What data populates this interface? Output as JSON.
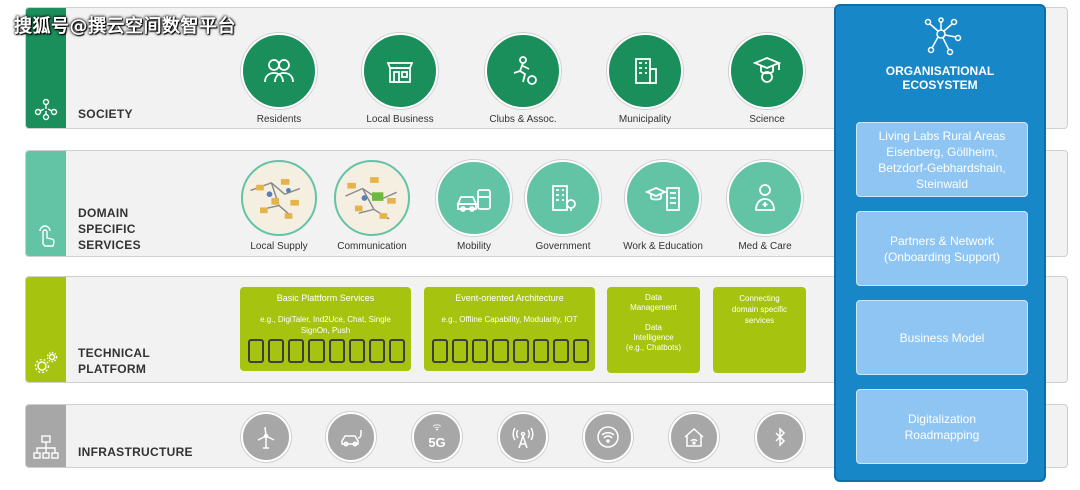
{
  "watermark": "搜狐号@撰云空间数智平台",
  "layers": {
    "society": {
      "title": "SOCIETY",
      "items": [
        {
          "label": "Residents",
          "icon": "residents-icon"
        },
        {
          "label": "Local Business",
          "icon": "local-business-icon"
        },
        {
          "label": "Clubs & Assoc.",
          "icon": "clubs-icon"
        },
        {
          "label": "Municipality",
          "icon": "municipality-icon"
        },
        {
          "label": "Science",
          "icon": "science-icon"
        }
      ]
    },
    "domain": {
      "title_lines": [
        "DOMAIN",
        "SPECIFIC",
        "SERVICES"
      ],
      "items": [
        {
          "label": "Local Supply",
          "icon": "map-icon"
        },
        {
          "label": "Communication",
          "icon": "map-icon"
        },
        {
          "label": "Mobility",
          "icon": "mobility-icon"
        },
        {
          "label": "Government",
          "icon": "government-icon"
        },
        {
          "label": "Work & Education",
          "icon": "work-education-icon"
        },
        {
          "label": "Med & Care",
          "icon": "med-care-icon"
        }
      ]
    },
    "tech": {
      "title_lines": [
        "TECHNICAL",
        "PLATFORM"
      ],
      "boxes": [
        {
          "title": "Basic Plattform Services",
          "sub": "e.g., DigiTaler, Ind2Uce, Chat, Single SignOn, Push"
        },
        {
          "title": "Event-oriented Architecture",
          "sub": "e.g., Offline Capability, Modularity, IOT"
        },
        {
          "lines": [
            "Data",
            "Management",
            "",
            "Data",
            "Intelligence",
            "(e.g., Chatbots)"
          ]
        },
        {
          "lines": [
            "Connecting",
            "domain specific",
            "services"
          ]
        }
      ]
    },
    "infra": {
      "title": "INFRASTRUCTURE",
      "icons": [
        "wind-turbine-icon",
        "electric-car-icon",
        "5g-icon",
        "antenna-icon",
        "wifi-icon",
        "smart-home-icon",
        "bluetooth-icon"
      ],
      "fiveg_label": "5G"
    }
  },
  "org": {
    "title_lines": [
      "ORGANISATIONAL",
      "ECOSYSTEM"
    ],
    "boxes": [
      {
        "lines": [
          "Living Labs Rural Areas",
          "Eisenberg, Göllheim,",
          "Betzdorf-Gebhardshain,",
          "Steinwald"
        ]
      },
      {
        "lines": [
          "Partners & Network",
          "(Onboarding Support)"
        ]
      },
      {
        "lines": [
          "Business Model"
        ]
      },
      {
        "lines": [
          "Digitalization",
          "Roadmapping"
        ]
      }
    ]
  },
  "colors": {
    "society": "#1a8e5b",
    "domain": "#62c3a5",
    "tech": "#a6c40f",
    "infra": "#a7a7a7",
    "org": "#1787c8",
    "org_box": "#8ec5f2"
  }
}
